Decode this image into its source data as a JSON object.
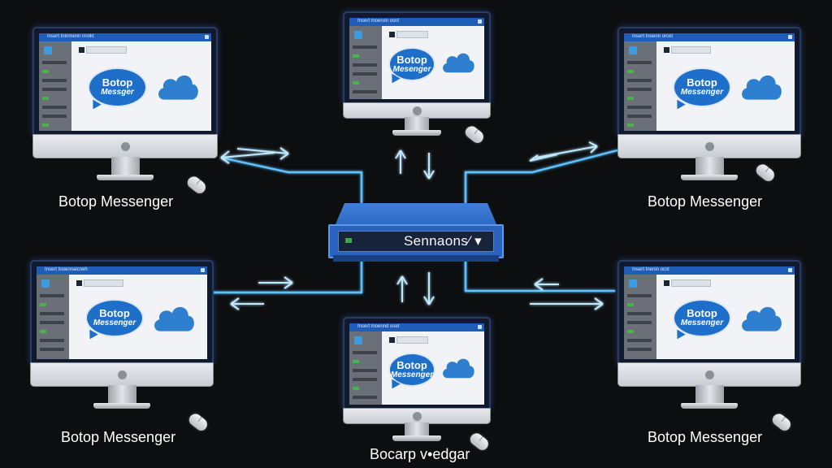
{
  "hub": {
    "label": "Sennaons⁄ ▾",
    "accent": "#2a63bf"
  },
  "colors": {
    "background": "#0d0e10",
    "wire": "#5ec3ff",
    "bubble": "#1e6fc9",
    "cloud": "#2f7fd0"
  },
  "nodes": [
    {
      "caption": "Botop Messenger",
      "bubble_line1": "Botop",
      "bubble_line2": "Messger",
      "titlebar_text": "Insert Ininmenn nnnkt"
    },
    {
      "caption": "",
      "bubble_line1": "Botop",
      "bubble_line2": "Mesenger",
      "titlebar_text": "Insert Inoensn osnt"
    },
    {
      "caption": "Botop Messenger",
      "bubble_line1": "Botop",
      "bubble_line2": "Messenger",
      "titlebar_text": "Insert Inoenn orcet"
    },
    {
      "caption": "Botop Messenger",
      "bubble_line1": "Botop",
      "bubble_line2": "Messenger",
      "titlebar_text": "Insert Inoennaicneh"
    },
    {
      "caption": "Bocarp v•edgar",
      "bubble_line1": "Botop",
      "bubble_line2": "Messenger",
      "titlebar_text": "Insert Inoennd oset"
    },
    {
      "caption": "Botop Messenger",
      "bubble_line1": "Botop",
      "bubble_line2": "Messenger",
      "titlebar_text": "Insert Inenin ocst"
    }
  ]
}
